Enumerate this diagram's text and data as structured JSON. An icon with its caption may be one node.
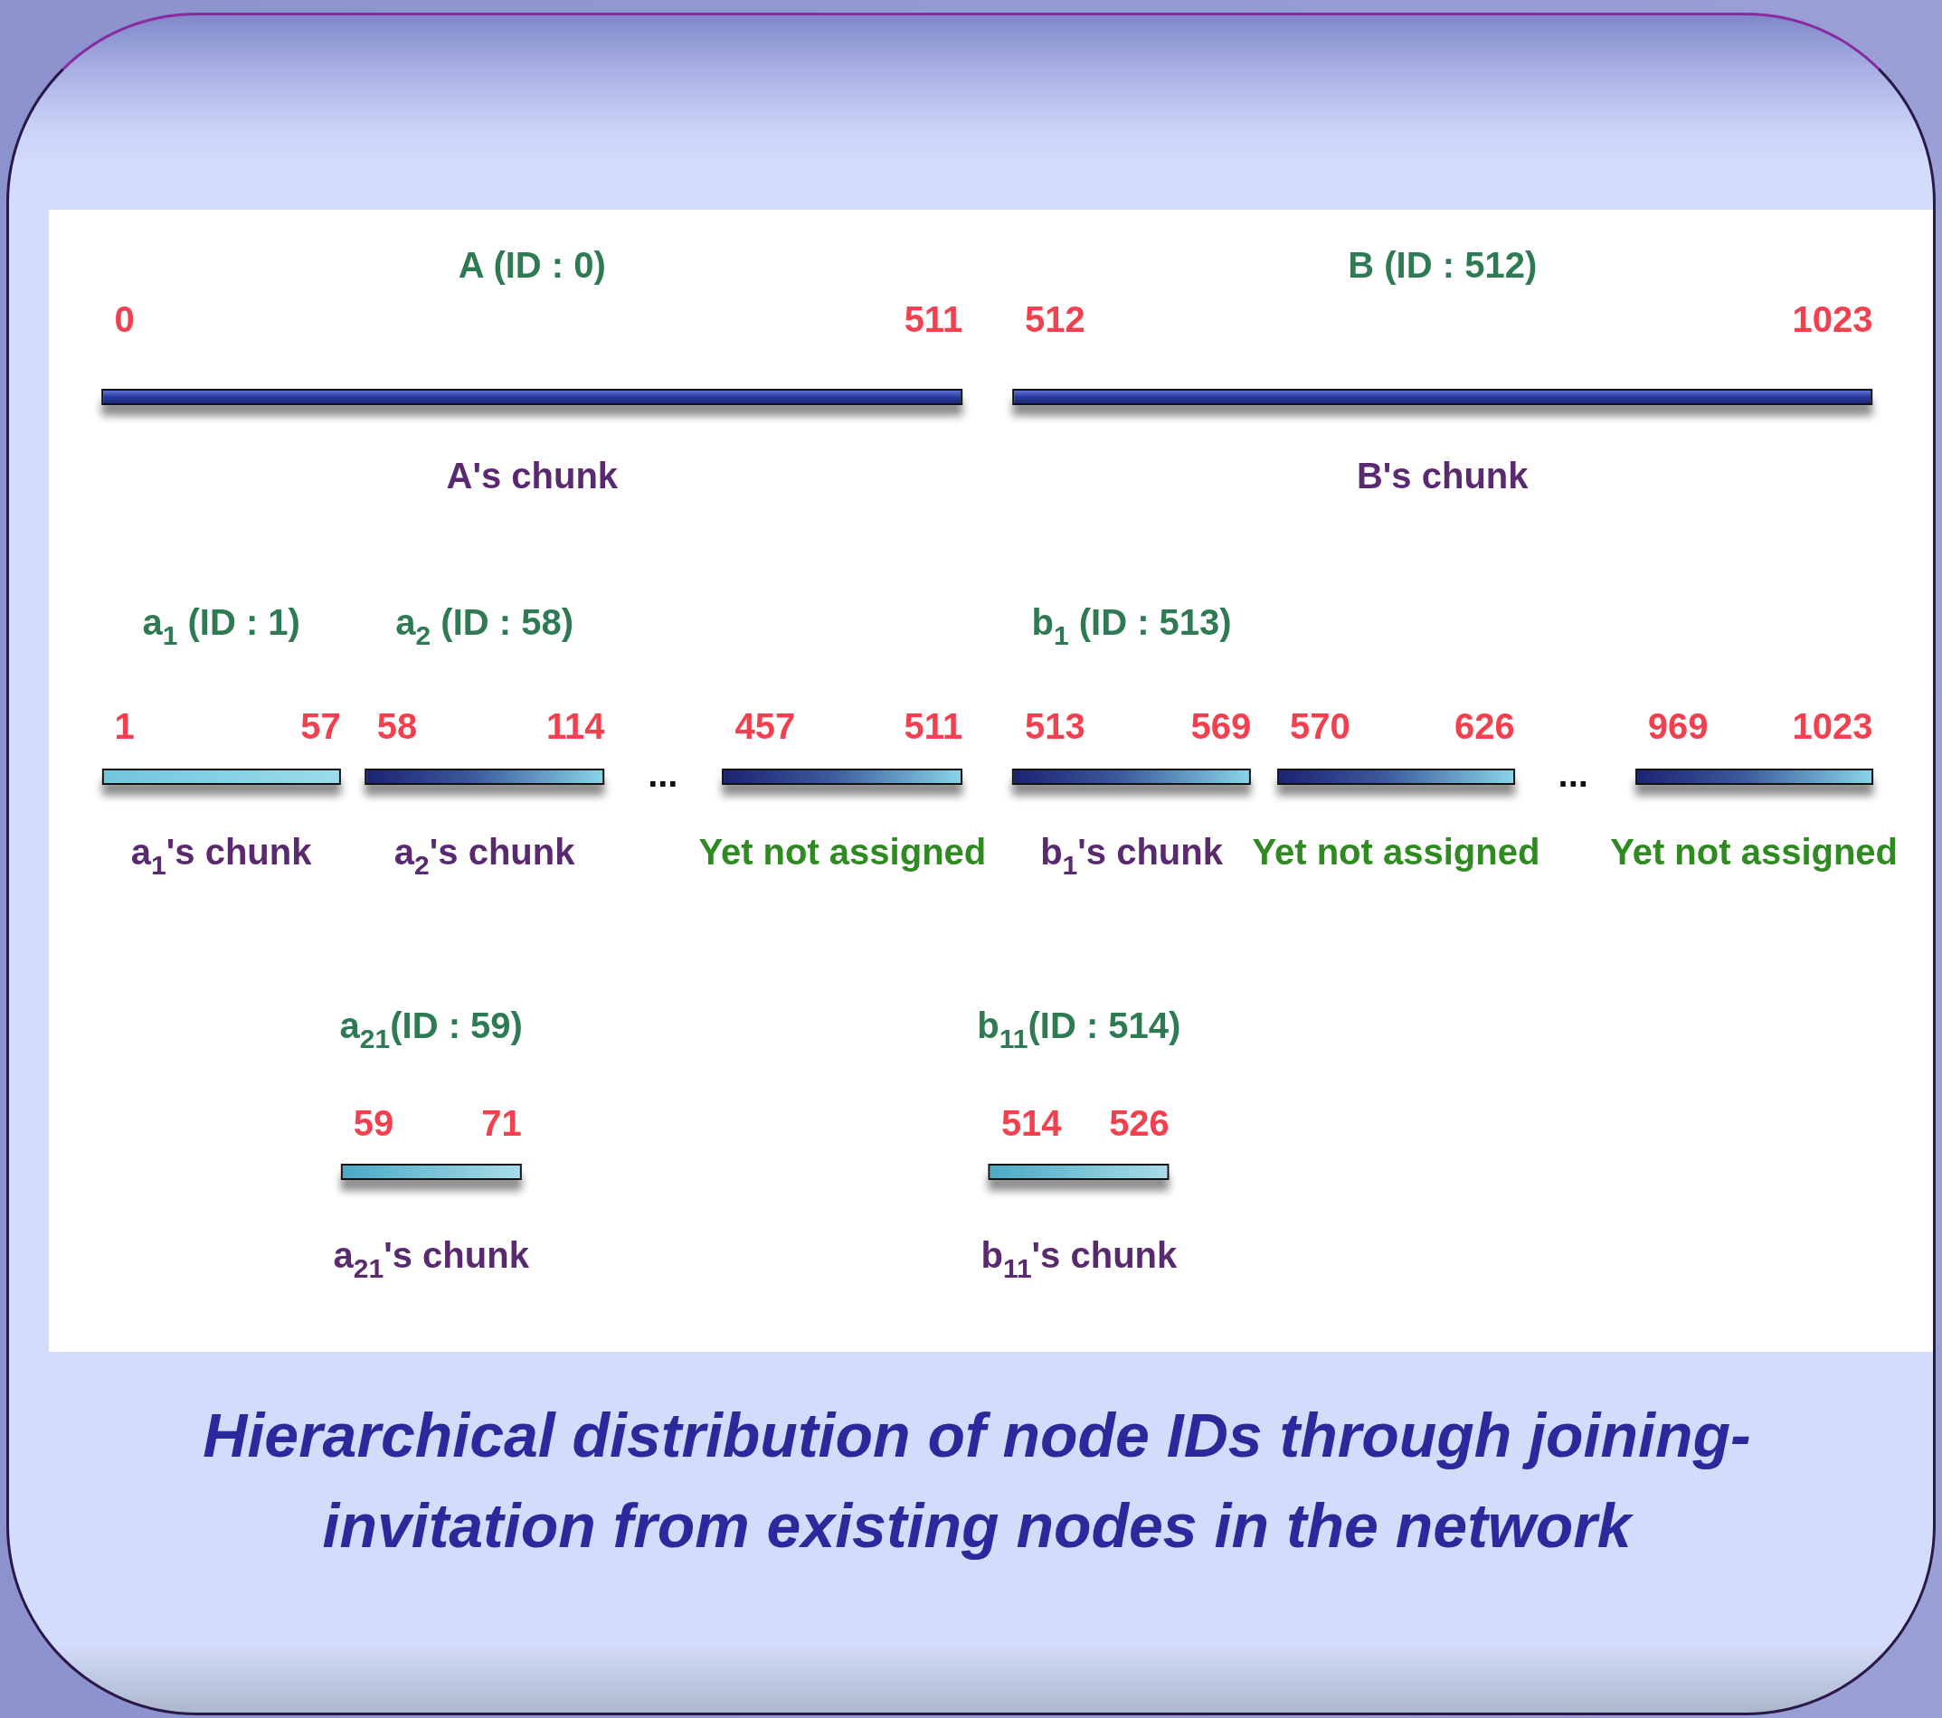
{
  "diagram": {
    "caption": "Hierarchical distribution of node IDs through joining-invitation from existing nodes in the network",
    "nodes": [
      {
        "text": [
          "A (ID : 0)",
          "0",
          "511",
          "A's chunk"
        ]
      },
      {
        "text": [
          "B (ID : 512)",
          "512",
          "1023",
          "B's chunk"
        ]
      },
      {
        "text": [
          "a$_{1}$ (ID : 1)",
          "1",
          "57",
          "a$_{1}$'s chunk"
        ]
      },
      {
        "text": [
          "a$_{2}$ (ID : 58)",
          "58",
          "114",
          "a$_{2}$'s chunk"
        ]
      },
      {
        "text": [
          "457",
          "511",
          "Yet not assigned"
        ]
      },
      {
        "text": [
          "b$_{1}$ (ID : 513)",
          "513",
          "569",
          "b$_{1}$'s chunk"
        ]
      },
      {
        "text": [
          "570",
          "626",
          "Yet not assigned"
        ]
      },
      {
        "text": [
          "969",
          "1023",
          "Yet not assigned"
        ]
      },
      {
        "text": [
          "a$_{21}$(ID : 59)",
          "59",
          "71",
          "a$_{21}$'s chunk"
        ]
      },
      {
        "text": [
          "b$_{11}$(ID : 514)",
          "514",
          "526",
          "b$_{11}$'s chunk"
        ]
      }
    ],
    "labels": [
      "...",
      "..."
    ]
  }
}
